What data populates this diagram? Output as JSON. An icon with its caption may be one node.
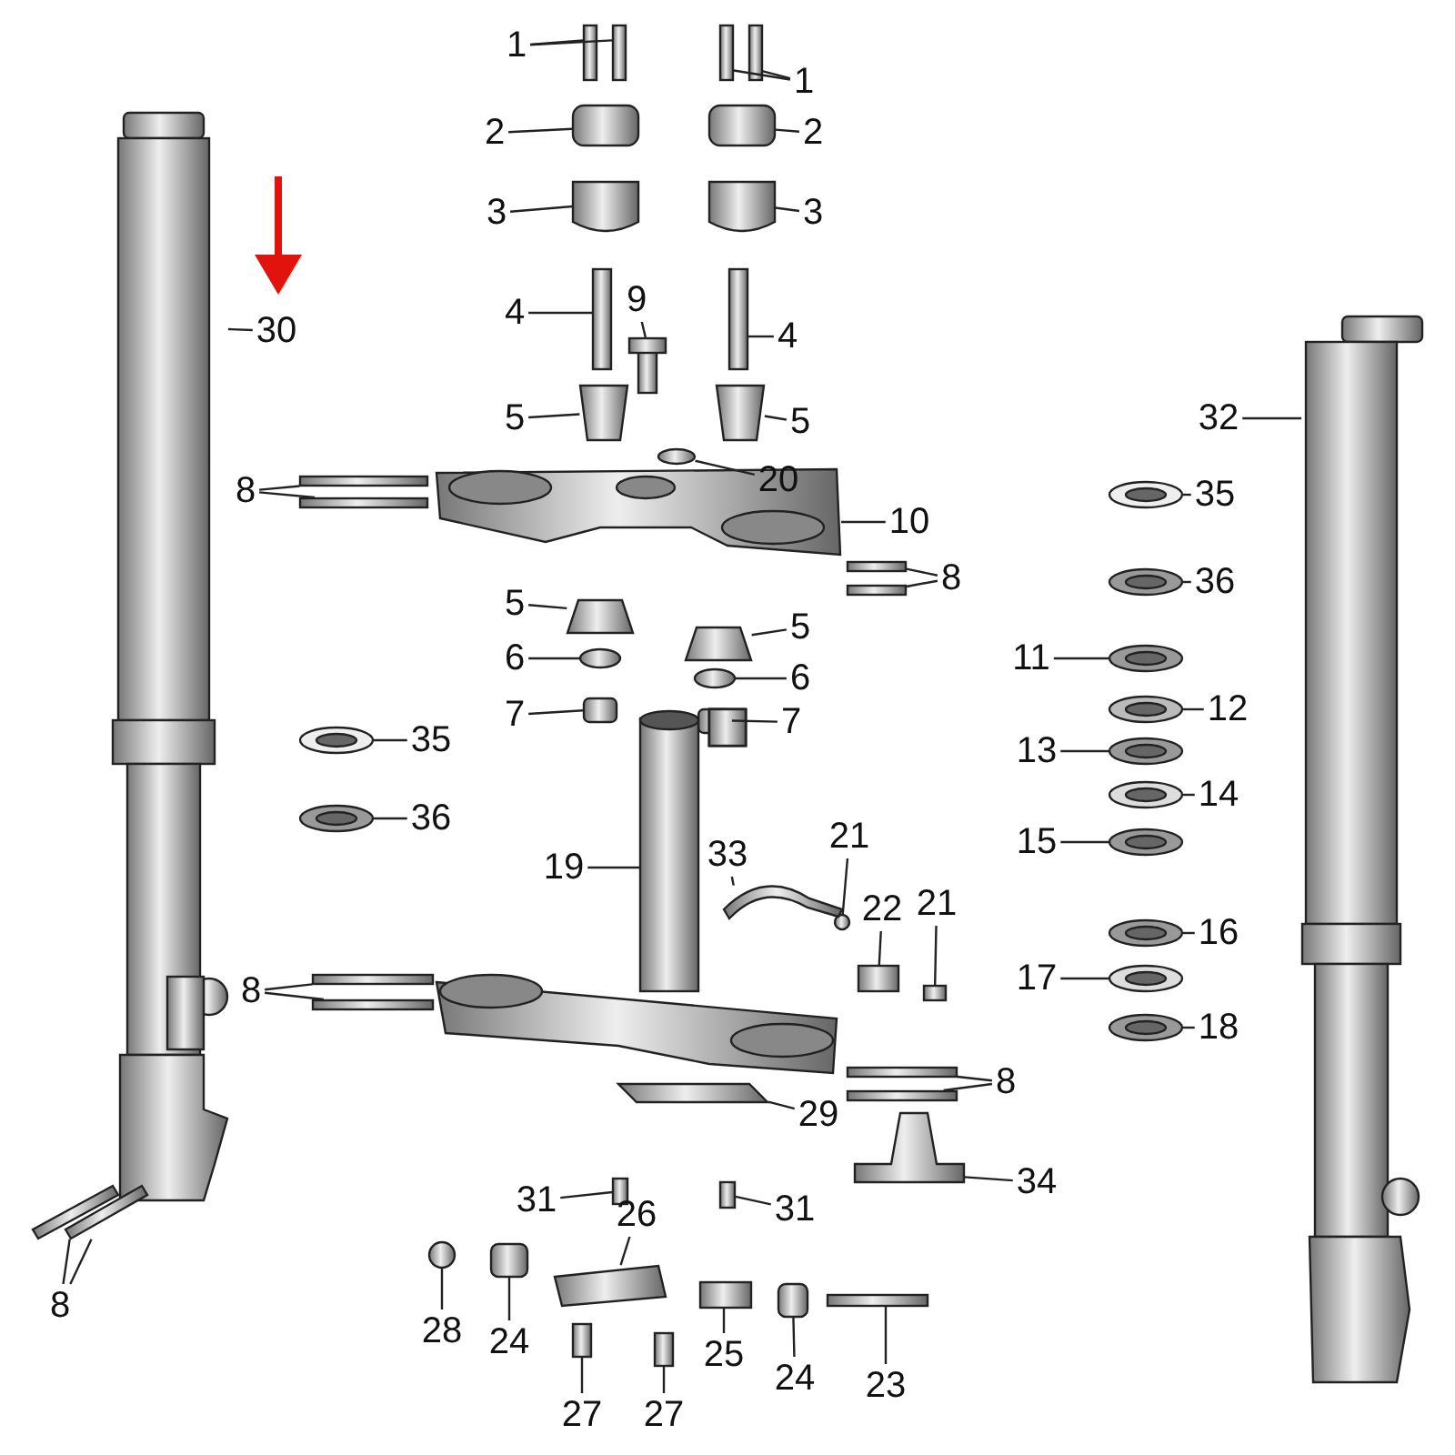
{
  "diagram": {
    "nodes": [
      {
        "text": [
          "1"
        ]
      },
      {
        "text": [
          "1"
        ]
      },
      {
        "text": [
          "2"
        ]
      },
      {
        "text": [
          "2"
        ]
      },
      {
        "text": [
          "3"
        ]
      },
      {
        "text": [
          "3"
        ]
      },
      {
        "text": [
          "30"
        ]
      },
      {
        "text": [
          "4"
        ]
      },
      {
        "text": [
          "9"
        ]
      },
      {
        "text": [
          "4"
        ]
      },
      {
        "text": [
          "32"
        ]
      },
      {
        "text": [
          "5"
        ]
      },
      {
        "text": [
          "5"
        ]
      },
      {
        "text": [
          "20"
        ]
      },
      {
        "text": [
          "8"
        ]
      },
      {
        "text": [
          "35"
        ]
      },
      {
        "text": [
          "10"
        ]
      },
      {
        "text": [
          "8"
        ]
      },
      {
        "text": [
          "36"
        ]
      },
      {
        "text": [
          "5"
        ]
      },
      {
        "text": [
          "5"
        ]
      },
      {
        "text": [
          "6"
        ]
      },
      {
        "text": [
          "11"
        ]
      },
      {
        "text": [
          "6"
        ]
      },
      {
        "text": [
          "12"
        ]
      },
      {
        "text": [
          "7"
        ]
      },
      {
        "text": [
          "7"
        ]
      },
      {
        "text": [
          "35"
        ]
      },
      {
        "text": [
          "13"
        ]
      },
      {
        "text": [
          "14"
        ]
      },
      {
        "text": [
          "36"
        ]
      },
      {
        "text": [
          "15"
        ]
      },
      {
        "text": [
          "21"
        ]
      },
      {
        "text": [
          "19"
        ]
      },
      {
        "text": [
          "33"
        ]
      },
      {
        "text": [
          "22"
        ]
      },
      {
        "text": [
          "21"
        ]
      },
      {
        "text": [
          "16"
        ]
      },
      {
        "text": [
          "8"
        ]
      },
      {
        "text": [
          "17"
        ]
      },
      {
        "text": [
          "18"
        ]
      },
      {
        "text": [
          "8"
        ]
      },
      {
        "text": [
          "29"
        ]
      },
      {
        "text": [
          "34"
        ]
      },
      {
        "text": [
          "31"
        ]
      },
      {
        "text": [
          "31"
        ]
      },
      {
        "text": [
          "26"
        ]
      },
      {
        "text": [
          "8"
        ]
      },
      {
        "text": [
          "28"
        ]
      },
      {
        "text": [
          "24"
        ]
      },
      {
        "text": [
          "25"
        ]
      },
      {
        "text": [
          "24"
        ]
      },
      {
        "text": [
          "23"
        ]
      },
      {
        "text": [
          "27"
        ]
      },
      {
        "text": [
          "27"
        ]
      },
      {
        "text": [],
        "shape": "picture"
      },
      {
        "text": [],
        "shape": "picture"
      },
      {
        "text": [],
        "shape": "picture"
      },
      {
        "text": [],
        "shape": "picture"
      },
      {
        "text": [],
        "shape": "picture"
      },
      {
        "text": [],
        "shape": "picture"
      },
      {
        "text": [],
        "shape": "picture"
      },
      {
        "text": [],
        "shape": "picture"
      },
      {
        "text": [],
        "shape": "picture"
      },
      {
        "text": [],
        "shape": "picture"
      },
      {
        "text": [],
        "shape": "picture"
      },
      {
        "text": [],
        "shape": "picture"
      },
      {
        "text": [],
        "shape": "picture"
      },
      {
        "text": [],
        "shape": "picture"
      },
      {
        "text": [],
        "shape": "picture"
      },
      {
        "text": [],
        "shape": "picture"
      },
      {
        "text": [],
        "shape": "picture"
      },
      {
        "text": [],
        "shape": "picture"
      },
      {
        "text": [],
        "shape": "picture"
      },
      {
        "text": [],
        "shape": "picture"
      },
      {
        "text": [],
        "shape": "picture"
      },
      {
        "text": [],
        "shape": "picture"
      },
      {
        "text": [],
        "shape": "picture"
      },
      {
        "text": [],
        "shape": "picture"
      },
      {
        "text": [],
        "shape": "picture"
      },
      {
        "text": [],
        "shape": "picture"
      },
      {
        "text": [],
        "shape": "picture"
      },
      {
        "text": [],
        "shape": "picture"
      },
      {
        "text": [],
        "shape": "picture"
      },
      {
        "text": [],
        "shape": "picture"
      },
      {
        "text": [],
        "shape": "picture"
      },
      {
        "text": [],
        "shape": "picture"
      },
      {
        "text": [],
        "shape": "picture"
      },
      {
        "text": [],
        "shape": "picture"
      },
      {
        "text": [],
        "shape": "picture"
      },
      {
        "text": [],
        "shape": "picture"
      },
      {
        "text": [],
        "shape": "picture"
      },
      {
        "text": [],
        "shape": "picture"
      },
      {
        "text": [],
        "shape": "picture"
      },
      {
        "text": [],
        "shape": "picture"
      },
      {
        "text": [],
        "shape": "picture"
      },
      {
        "text": [],
        "shape": "picture"
      },
      {
        "text": [],
        "shape": "picture"
      },
      {
        "text": [],
        "shape": "picture"
      },
      {
        "text": [],
        "shape": "picture"
      },
      {
        "text": [],
        "shape": "picture"
      },
      {
        "text": [],
        "shape": "picture"
      },
      {
        "text": [],
        "shape": "picture"
      },
      {
        "text": [],
        "shape": "picture"
      },
      {
        "text": [],
        "shape": "picture"
      },
      {
        "text": [],
        "shape": "picture"
      },
      {
        "text": [],
        "shape": "picture"
      },
      {
        "text": [],
        "shape": "picture"
      },
      {
        "text": [],
        "shape": "picture"
      },
      {
        "text": [],
        "shape": "picture"
      },
      {
        "text": [],
        "shape": "picture"
      },
      {
        "text": [],
        "shape": "picture"
      },
      {
        "text": [],
        "shape": "picture"
      },
      {
        "text": [],
        "shape": "picture"
      },
      {
        "text": [],
        "shape": "picture"
      },
      {
        "text": [],
        "shape": "picture"
      },
      {
        "text": [],
        "shape": "picture"
      },
      {
        "text": [],
        "shape": "picture"
      },
      {
        "text": [],
        "shape": "picture"
      },
      {
        "text": [],
        "shape": "picture"
      },
      {
        "text": [],
        "shape": "picture"
      },
      {
        "text": [],
        "shape": "picture"
      }
    ],
    "edges": [
      {
        "from": 0,
        "to": 55,
        "arrow": "none"
      },
      {
        "from": 0,
        "to": 56,
        "arrow": "none"
      },
      {
        "from": 1,
        "to": 57,
        "arrow": "none"
      },
      {
        "from": 1,
        "to": 58,
        "arrow": "none"
      },
      {
        "from": 2,
        "to": 59,
        "arrow": "none"
      },
      {
        "from": 3,
        "to": 60,
        "arrow": "none"
      },
      {
        "from": 4,
        "to": 61,
        "arrow": "none"
      },
      {
        "from": 5,
        "to": 62,
        "arrow": "none"
      },
      {
        "from": 6,
        "to": 63,
        "arrow": "none"
      },
      {
        "from": 7,
        "to": 64,
        "arrow": "none"
      },
      {
        "from": 8,
        "to": 65,
        "arrow": "none"
      },
      {
        "from": 9,
        "to": 66,
        "arrow": "none"
      },
      {
        "from": 10,
        "to": 67,
        "arrow": "none"
      },
      {
        "from": 11,
        "to": 68,
        "arrow": "none"
      },
      {
        "from": 12,
        "to": 69,
        "arrow": "none"
      },
      {
        "from": 13,
        "to": 70,
        "arrow": "none"
      },
      {
        "from": 14,
        "to": 71,
        "arrow": "none"
      },
      {
        "from": 14,
        "to": 72,
        "arrow": "none"
      },
      {
        "from": 15,
        "to": 73,
        "arrow": "none"
      },
      {
        "from": 16,
        "to": 74,
        "arrow": "none"
      },
      {
        "from": 17,
        "to": 75,
        "arrow": "none"
      },
      {
        "from": 17,
        "to": 76,
        "arrow": "none"
      },
      {
        "from": 18,
        "to": 77,
        "arrow": "none"
      },
      {
        "from": 19,
        "to": 78,
        "arrow": "none"
      },
      {
        "from": 20,
        "to": 79,
        "arrow": "none"
      },
      {
        "from": 21,
        "to": 80,
        "arrow": "none"
      },
      {
        "from": 22,
        "to": 81,
        "arrow": "none"
      },
      {
        "from": 23,
        "to": 82,
        "arrow": "none"
      },
      {
        "from": 24,
        "to": 83,
        "arrow": "none"
      },
      {
        "from": 25,
        "to": 84,
        "arrow": "none"
      },
      {
        "from": 26,
        "to": 85,
        "arrow": "none"
      },
      {
        "from": 27,
        "to": 86,
        "arrow": "none"
      },
      {
        "from": 28,
        "to": 87,
        "arrow": "none"
      },
      {
        "from": 29,
        "to": 88,
        "arrow": "none"
      },
      {
        "from": 30,
        "to": 89,
        "arrow": "none"
      },
      {
        "from": 31,
        "to": 90,
        "arrow": "none"
      },
      {
        "from": 32,
        "to": 91,
        "arrow": "none"
      },
      {
        "from": 33,
        "to": 92,
        "arrow": "none"
      },
      {
        "from": 34,
        "to": 93,
        "arrow": "none"
      },
      {
        "from": 35,
        "to": 94,
        "arrow": "none"
      },
      {
        "from": 36,
        "to": 95,
        "arrow": "none"
      },
      {
        "from": 37,
        "to": 96,
        "arrow": "none"
      },
      {
        "from": 38,
        "to": 97,
        "arrow": "none"
      },
      {
        "from": 38,
        "to": 98,
        "arrow": "none"
      },
      {
        "from": 39,
        "to": 99,
        "arrow": "none"
      },
      {
        "from": 40,
        "to": 100,
        "arrow": "none"
      },
      {
        "from": 41,
        "to": 101,
        "arrow": "none"
      },
      {
        "from": 41,
        "to": 102,
        "arrow": "none"
      },
      {
        "from": 42,
        "to": 103,
        "arrow": "none"
      },
      {
        "from": 43,
        "to": 104,
        "arrow": "none"
      },
      {
        "from": 44,
        "to": 105,
        "arrow": "none"
      },
      {
        "from": 45,
        "to": 106,
        "arrow": "none"
      },
      {
        "from": 46,
        "to": 107,
        "arrow": "none"
      },
      {
        "from": 47,
        "to": 108,
        "arrow": "none"
      },
      {
        "from": 47,
        "to": 109,
        "arrow": "none"
      },
      {
        "from": 48,
        "to": 110,
        "arrow": "none"
      },
      {
        "from": 49,
        "to": 111,
        "arrow": "none"
      },
      {
        "from": 50,
        "to": 112,
        "arrow": "none"
      },
      {
        "from": 51,
        "to": 113,
        "arrow": "none"
      },
      {
        "from": 52,
        "to": 114,
        "arrow": "none"
      },
      {
        "from": 53,
        "to": 115,
        "arrow": "none"
      },
      {
        "from": 54,
        "to": 116,
        "arrow": "none"
      }
    ]
  }
}
